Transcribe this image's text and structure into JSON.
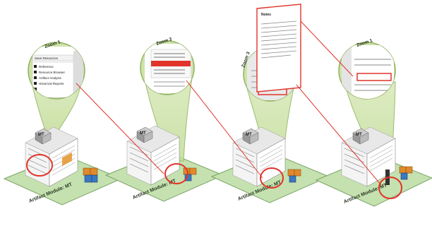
{
  "panels": [
    {
      "zoom_label": "Zoom 1",
      "module_badge": "MT",
      "base_caption": "Artifact Module: MT",
      "zoom_text": [
        "Save Resources",
        "Reference",
        "Resource Browser",
        "Artifact Analysis",
        "Historical Reports"
      ]
    },
    {
      "zoom_label": "Zoom 2",
      "module_badge": "MT",
      "base_caption": "Artifact Module: MT",
      "zoom_text": []
    },
    {
      "zoom_label": "Zoom 3",
      "module_badge": "MT",
      "base_caption": "Artifact Module: MT",
      "zoom_text": [],
      "popup_title": "Notes"
    },
    {
      "zoom_label": "Zoom 1",
      "module_badge": "MT",
      "base_caption": "Artifact Module: MT",
      "zoom_text": []
    }
  ],
  "colors": {
    "zoom_fill": "#cfe3a9",
    "zoom_stroke": "#8fb060",
    "highlight_red": "#e0342b",
    "base_green": "#c5e1b0",
    "cube_orange": "#e08a2b",
    "cube_blue": "#3a78c2"
  }
}
